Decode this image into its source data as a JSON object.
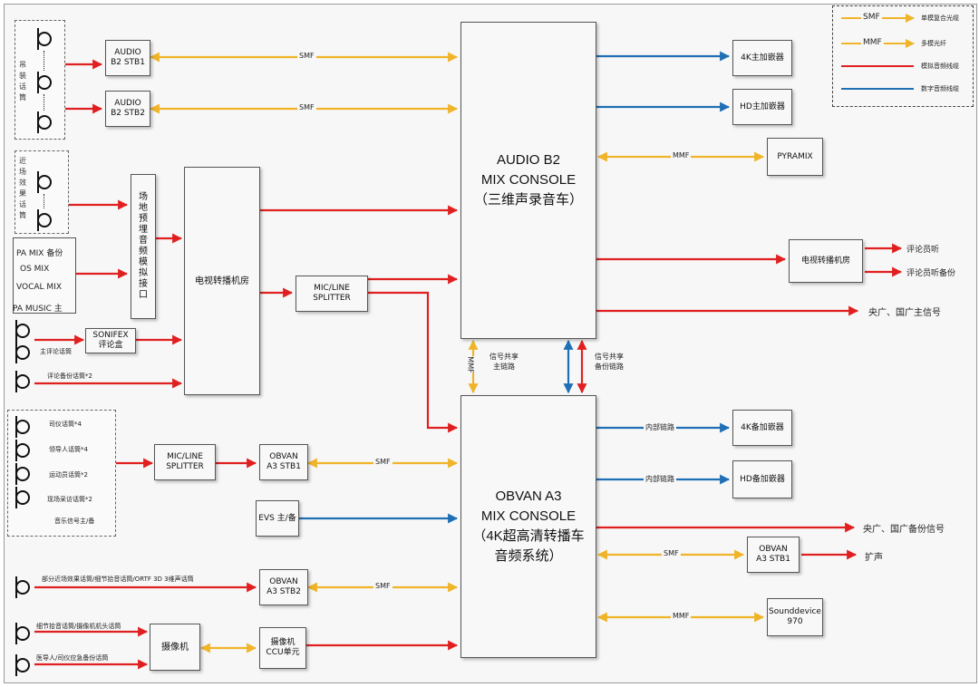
{
  "consoles": {
    "audio_b2": "AUDIO B2\nMIX CONSOLE\n（三维声录音车）",
    "obvan_a3": "OBVAN A3\nMIX CONSOLE\n（4K超高清转播车\n音频系统）"
  },
  "boxes": {
    "audio_b2_stb1": "AUDIO\nB2 STB1",
    "audio_b2_stb2": "AUDIO\nB2 STB2",
    "venue_buried": "场\n地\n预\n埋\n音\n频\n模\n拟\n接\n口",
    "tv_room_left": "电视转播机房",
    "mic_line_splitter_top": "MIC/LINE\nSPLITTER",
    "sonifex": "SONIFEX\n评论盒",
    "mic_line_splitter_bottom": "MIC/LINE\nSPLITTER",
    "obvan_a3_stb1_left": "OBVAN\nA3 STB1",
    "evs": "EVS 主/备",
    "obvan_a3_stb2": "OBVAN\nA3 STB2",
    "camera": "摄像机",
    "ccu": "摄像机\nCCU单元",
    "embedder_4k_main": "4K主加嵌器",
    "embedder_hd_main": "HD主加嵌器",
    "pyramix": "PYRAMIX",
    "tv_room_right": "电视转播机房",
    "embedder_4k_backup": "4K备加嵌器",
    "embedder_hd_backup": "HD备加嵌器",
    "obvan_a3_stb1_right": "OBVAN\nA3 STB1",
    "sounddevice": "Sounddevice\n970"
  },
  "groups": {
    "hanging_mics": "吊装话筒",
    "near_field_mics": "近场效果话筒"
  },
  "inputs": {
    "pa_mix_backup": "PA MIX 备份",
    "os_mix": "OS MIX",
    "vocal_mix": "VOCAL MIX",
    "pa_music_main": "PA MUSIC 主",
    "main_commentary_mic": "主评论话筒",
    "commentary_backup_mic": "评论备份话筒*2",
    "host_mics": "司仪话筒*4",
    "leader_mics": "领导人话筒*4",
    "athlete_mics": "运动员话筒*2",
    "onsite_interview_mics": "现场采访话筒*2",
    "music_signal": "音乐信号主/备",
    "near_field_detail": "部分近场效果话筒/细节拾音话筒/ORTF 3D 3维声话筒",
    "detail_camera_mics": "细节拾音话筒/摄像机机头话筒",
    "guide_host_backup_mics": "医导人/司仪应急备份话筒"
  },
  "links": {
    "smf_b2_stb1": "SMF",
    "smf_b2_stb2": "SMF",
    "mmf_pyramix": "MMF",
    "mmf_shared_main": "MMF",
    "shared_main": "信号共享\n主链路",
    "shared_backup": "信号共享\n备份链路",
    "smf_a3_stb1_left": "SMF",
    "smf_a3_stb2": "SMF",
    "smf_a3_stb1_right": "SMF",
    "mmf_sounddevice": "MMF",
    "internal_link_4k": "内部链路",
    "internal_link_hd": "内部链路"
  },
  "outputs": {
    "commentator_listen": "评论员听",
    "commentator_listen_backup": "评论员听备份",
    "cnr_main": "央广、国广主信号",
    "cnr_backup": "央广、国广备份信号",
    "pa": "扩声"
  },
  "legend": {
    "items": [
      {
        "code": "SMF",
        "label": "单模复合光缆",
        "color": "#f0b429"
      },
      {
        "code": "MMF",
        "label": "多模光纤",
        "color": "#f0b429"
      },
      {
        "code": "",
        "label": "模拟音频线缆",
        "color": "#e02020"
      },
      {
        "code": "",
        "label": "数字音频线缆",
        "color": "#1f6fb5"
      }
    ]
  },
  "colors": {
    "fiber": "#f0b429",
    "analog": "#e02020",
    "digital": "#1f6fb5"
  }
}
